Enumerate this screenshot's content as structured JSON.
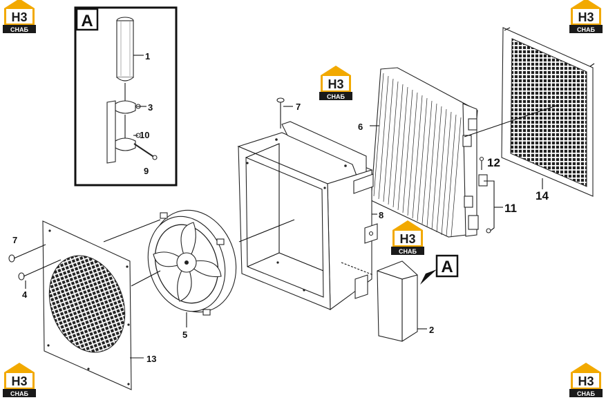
{
  "brand": {
    "logo_text": "H3",
    "logo_subtext": "CHAБ",
    "colors": {
      "gold": "#f2a900",
      "dark": "#1a1a1a",
      "white": "#ffffff"
    }
  },
  "detail_box": {
    "letter": "A"
  },
  "callout_letter": "A",
  "labels": {
    "l1": "1",
    "l2": "2",
    "l3": "3",
    "l4": "4",
    "l5": "5",
    "l6": "6",
    "l7a": "7",
    "l7b": "7",
    "l8": "8",
    "l9": "9",
    "l10": "10",
    "l11": "11",
    "l12": "12",
    "l13": "13",
    "l14": "14"
  }
}
